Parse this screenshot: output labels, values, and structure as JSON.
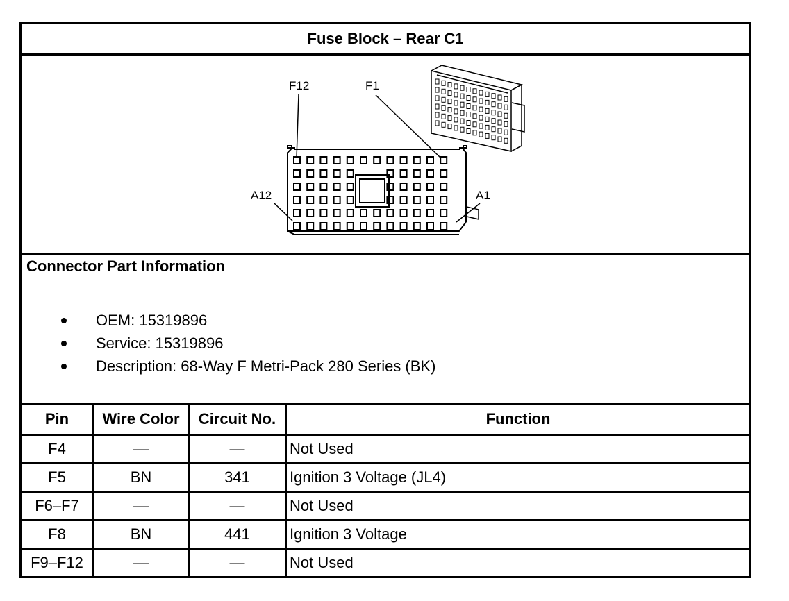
{
  "title": "Fuse Block – Rear C1",
  "diagram": {
    "labels": {
      "f12": "F12",
      "f1": "F1",
      "a12": "A12",
      "a1": "A1"
    }
  },
  "connector_info": {
    "heading": "Connector Part Information",
    "items": [
      "OEM: 15319896",
      "Service: 15319896",
      "Description: 68-Way F Metri-Pack 280 Series (BK)"
    ]
  },
  "table": {
    "headers": {
      "pin": "Pin",
      "wire_color": "Wire Color",
      "circuit_no": "Circuit No.",
      "function": "Function"
    },
    "rows": [
      {
        "pin": "F4",
        "wire_color": "—",
        "circuit_no": "—",
        "function": "Not Used"
      },
      {
        "pin": "F5",
        "wire_color": "BN",
        "circuit_no": "341",
        "function": "Ignition 3 Voltage (JL4)"
      },
      {
        "pin": "F6–F7",
        "wire_color": "—",
        "circuit_no": "—",
        "function": "Not Used"
      },
      {
        "pin": "F8",
        "wire_color": "BN",
        "circuit_no": "441",
        "function": "Ignition 3 Voltage"
      },
      {
        "pin": "F9–F12",
        "wire_color": "—",
        "circuit_no": "—",
        "function": "Not Used"
      }
    ]
  }
}
